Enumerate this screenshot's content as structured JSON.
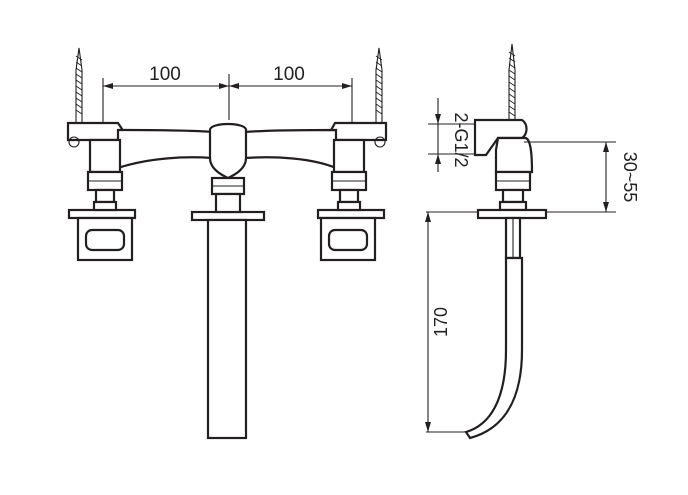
{
  "drawing": {
    "dimensions": {
      "spacing_left": "100",
      "spacing_right": "100",
      "connection": "2-G1/2",
      "deck_thickness": "30~55",
      "spout_depth": "170"
    },
    "colors": {
      "line": "#231f20",
      "background": "#ffffff"
    }
  }
}
